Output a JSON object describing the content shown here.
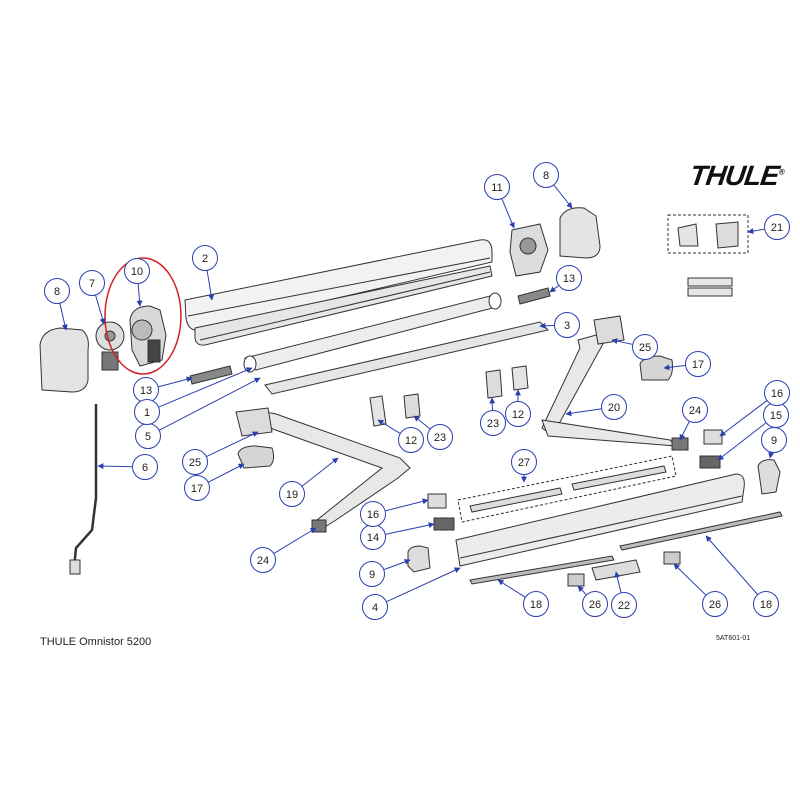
{
  "brand": {
    "logo_text": "THULE",
    "mark": "®"
  },
  "footer": {
    "title": "THULE Omnistor 5200",
    "code": "5AT601-01"
  },
  "colors": {
    "callout": "#2a3fb0",
    "highlight": "#d42020",
    "line": "#333333",
    "part_fill": "#e8e8e8",
    "dark_part": "#555555"
  },
  "callouts": [
    {
      "id": "c2",
      "label": "2"
    },
    {
      "id": "c3",
      "label": "3"
    },
    {
      "id": "c4",
      "label": "4"
    },
    {
      "id": "c5",
      "label": "5"
    },
    {
      "id": "c6",
      "label": "6"
    },
    {
      "id": "c7",
      "label": "7"
    },
    {
      "id": "c8a",
      "label": "8"
    },
    {
      "id": "c8b",
      "label": "8"
    },
    {
      "id": "c9a",
      "label": "9"
    },
    {
      "id": "c9b",
      "label": "9"
    },
    {
      "id": "c10",
      "label": "10"
    },
    {
      "id": "c11",
      "label": "11"
    },
    {
      "id": "c12a",
      "label": "12"
    },
    {
      "id": "c12b",
      "label": "12"
    },
    {
      "id": "c13a",
      "label": "13"
    },
    {
      "id": "c13b",
      "label": "13"
    },
    {
      "id": "c14",
      "label": "14"
    },
    {
      "id": "c15",
      "label": "15"
    },
    {
      "id": "c16a",
      "label": "16"
    },
    {
      "id": "c16b",
      "label": "16"
    },
    {
      "id": "c17a",
      "label": "17"
    },
    {
      "id": "c17b",
      "label": "17"
    },
    {
      "id": "c18a",
      "label": "18"
    },
    {
      "id": "c18b",
      "label": "18"
    },
    {
      "id": "c19",
      "label": "19"
    },
    {
      "id": "c20",
      "label": "20"
    },
    {
      "id": "c21",
      "label": "21"
    },
    {
      "id": "c22",
      "label": "22"
    },
    {
      "id": "c23a",
      "label": "23"
    },
    {
      "id": "c23b",
      "label": "23"
    },
    {
      "id": "c24a",
      "label": "24"
    },
    {
      "id": "c24b",
      "label": "24"
    },
    {
      "id": "c25a",
      "label": "25"
    },
    {
      "id": "c25b",
      "label": "25"
    },
    {
      "id": "c26a",
      "label": "26"
    },
    {
      "id": "c26b",
      "label": "26"
    },
    {
      "id": "c27",
      "label": "27"
    },
    {
      "id": "c1",
      "label": "1"
    }
  ]
}
